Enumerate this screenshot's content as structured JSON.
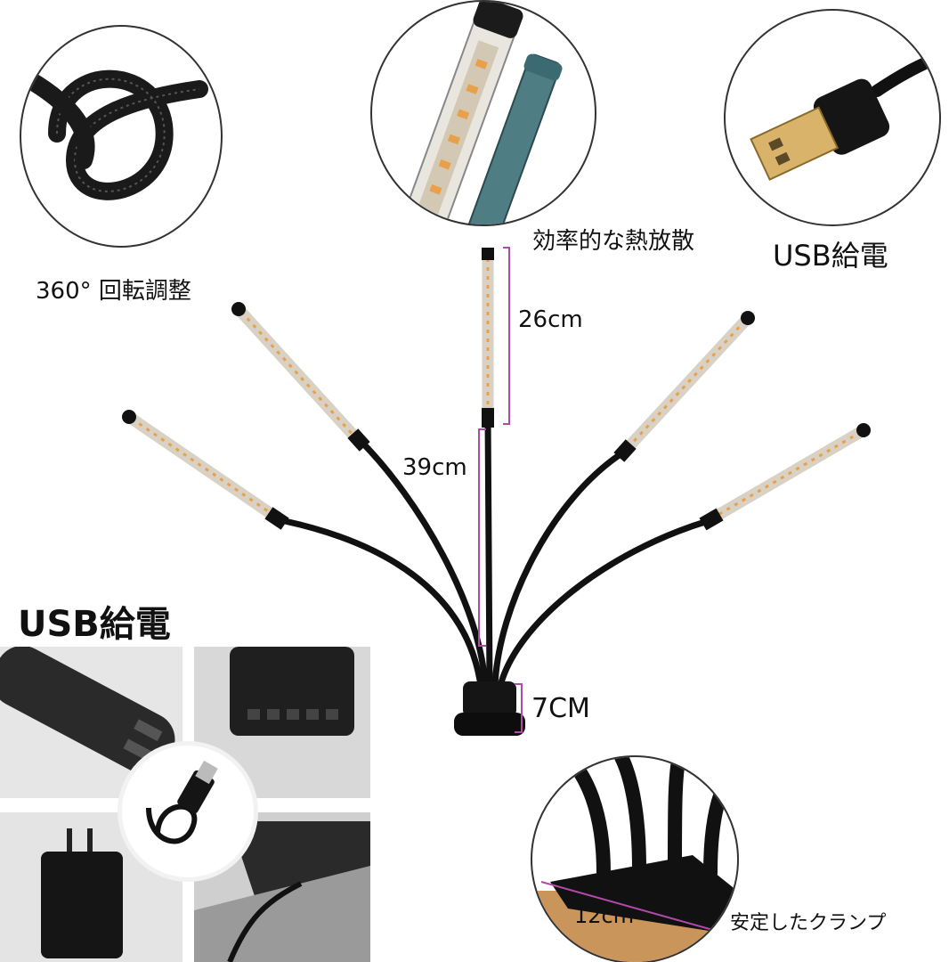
{
  "labels": {
    "rotation": "360° 回転調整",
    "heat": "効率的な熱放散",
    "usb_top": "USB給電",
    "len26": "26cm",
    "len39": "39cm",
    "len7": "7CM",
    "usb_big": "USB給電",
    "len12": "12cm",
    "clamp": "安定したクランプ"
  },
  "colors": {
    "dimension_line": "#b04aa8",
    "cable": "#111111",
    "led_warm": "#e8a04a",
    "led_strip": "#d9d2c4"
  }
}
